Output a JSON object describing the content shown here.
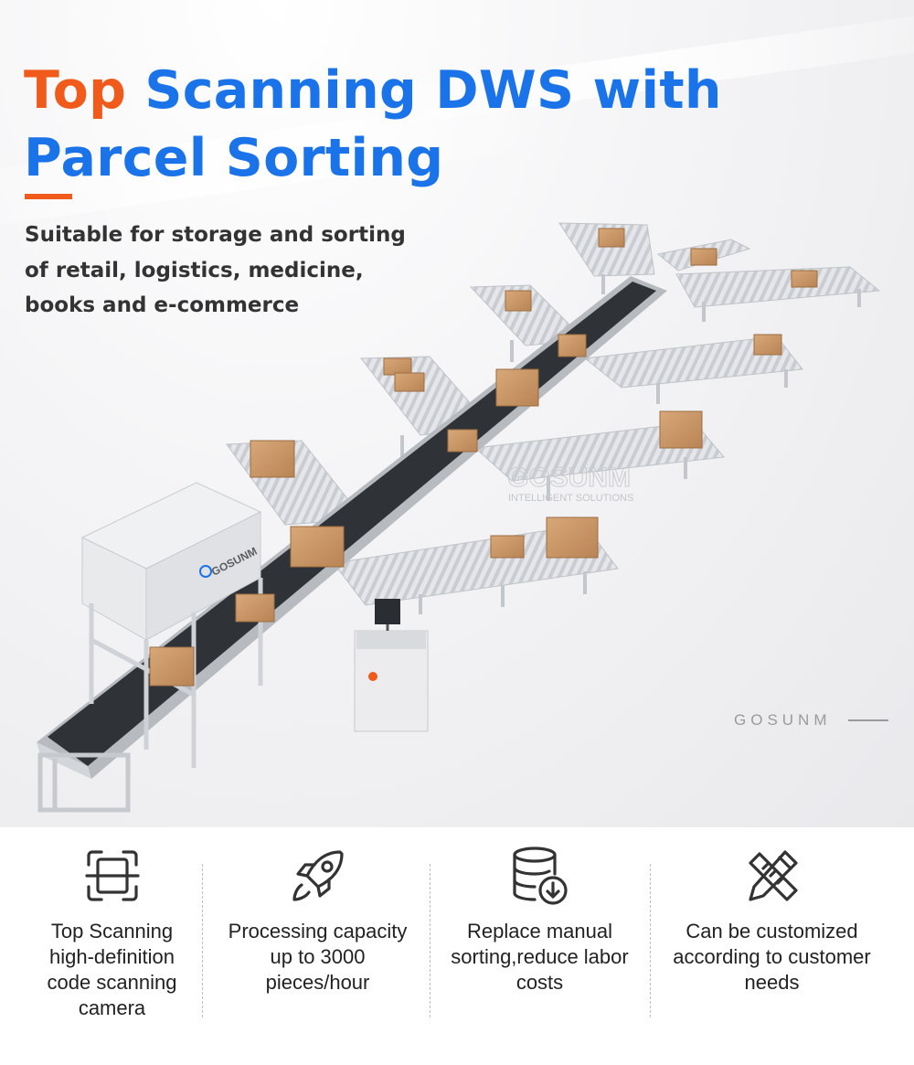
{
  "header": {
    "title_accent": "Top",
    "title_rest_line1": "Scanning DWS with",
    "title_line2": "Parcel Sorting",
    "subtitle_lines": [
      "Suitable for storage and sorting",
      "of retail, logistics, medicine,",
      "books and e-commerce"
    ]
  },
  "illustration": {
    "machine_logo": "GOSUNM",
    "watermark_brand": "GOSUNM",
    "watermark_tagline": "INTELLIGENT SOLUTIONS",
    "corner_brand": "GOSUNM"
  },
  "features": [
    {
      "icon": "scan-frame-icon",
      "label_lines": [
        "Top Scanning",
        "high-definition",
        "code scanning",
        "camera"
      ]
    },
    {
      "icon": "rocket-icon",
      "label_lines": [
        "Processing capacity",
        "up to 3000",
        "pieces/hour"
      ]
    },
    {
      "icon": "database-download-icon",
      "label_lines": [
        "Replace manual",
        "sorting,reduce labor",
        "costs"
      ]
    },
    {
      "icon": "pencil-ruler-icon",
      "label_lines": [
        "Can be customized",
        "according to customer",
        "needs"
      ]
    }
  ],
  "colors": {
    "title_blue": "#1a73e8",
    "accent_orange": "#f05a1a",
    "text_dark": "#333333",
    "icon_dark": "#333333"
  }
}
